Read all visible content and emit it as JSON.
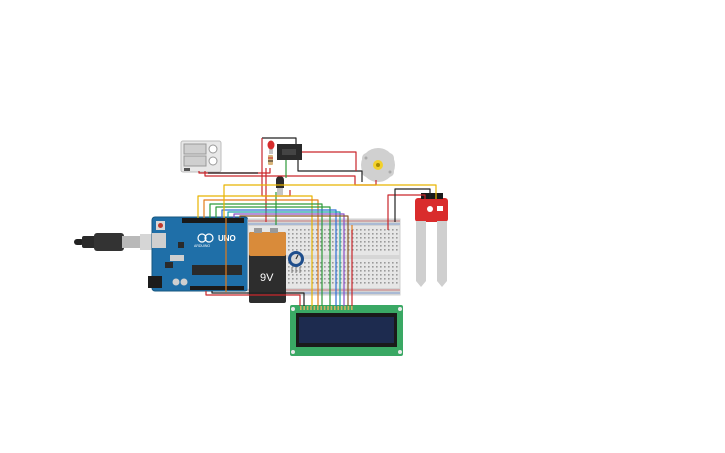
{
  "labels": {
    "battery_voltage": "9V",
    "arduino_brand": "UNO",
    "arduino_maker": "ARDUINO",
    "relay_module_label": "",
    "soil_sensor_label": ""
  },
  "colors": {
    "arduino_board": "#1f6fa8",
    "arduino_dark": "#17577f",
    "breadboard": "#e6e6e6",
    "breadboard_rail": "#d3d3d3",
    "battery_body": "#2d2d2d",
    "battery_cap": "#d98b3a",
    "lcd_pcb": "#3aa864",
    "lcd_screen": "#1d2b4f",
    "soil_sensor_pcb": "#d92c2c",
    "soil_probe": "#cfcfcf",
    "motor_body": "#d0d0d0",
    "motor_hub": "#f2d12b",
    "wire_red": "#c9262b",
    "wire_black": "#222222",
    "wire_yellow": "#e8b400",
    "wire_orange": "#e37b1a",
    "wire_green": "#2d9a3a",
    "wire_blue": "#2f6fd6",
    "wire_purple": "#8a4fc7",
    "wire_brown": "#8a5a2b",
    "wire_teal": "#1aa3a3"
  },
  "components": [
    {
      "name": "arduino-uno",
      "kind": "microcontroller"
    },
    {
      "name": "usb-cable",
      "kind": "cable"
    },
    {
      "name": "breadboard",
      "kind": "breadboard"
    },
    {
      "name": "battery-9v",
      "kind": "power"
    },
    {
      "name": "potentiometer",
      "kind": "input"
    },
    {
      "name": "lcd-16x2",
      "kind": "display"
    },
    {
      "name": "soil-moisture-sensor",
      "kind": "sensor"
    },
    {
      "name": "dc-motor",
      "kind": "actuator"
    },
    {
      "name": "relay-module",
      "kind": "switch"
    },
    {
      "name": "dual-button-module",
      "kind": "input"
    },
    {
      "name": "led-red",
      "kind": "indicator"
    },
    {
      "name": "transistor",
      "kind": "switch"
    },
    {
      "name": "resistor",
      "kind": "passive"
    }
  ]
}
